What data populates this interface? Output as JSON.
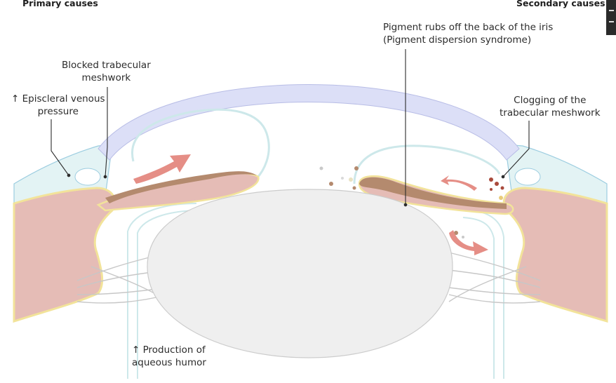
{
  "headers": {
    "left": "Primary causes",
    "right": "Secondary causes"
  },
  "labels": {
    "blocked_meshwork": [
      "Blocked trabecular",
      "meshwork"
    ],
    "episcleral_pressure": [
      "↑ Episcleral venous",
      "pressure"
    ],
    "pigment_rubs": [
      "Pigment rubs off the back of the iris",
      "(Pigment dispersion syndrome)"
    ],
    "clogging": [
      "Clogging of the",
      "trabecular meshwork"
    ],
    "aqueous_production": [
      "↑ Production of",
      "aqueous humor"
    ]
  },
  "colors": {
    "cornea": "#dcdff7",
    "sclera": "#e3f3f4",
    "ciliary_body": "#e5bcb6",
    "yellow_edge": "#f2e39a",
    "iris_pigment": "#b48a6e",
    "arrow": "#e58e86",
    "lens": "#efefef",
    "zonules": "#c7c7c7"
  }
}
